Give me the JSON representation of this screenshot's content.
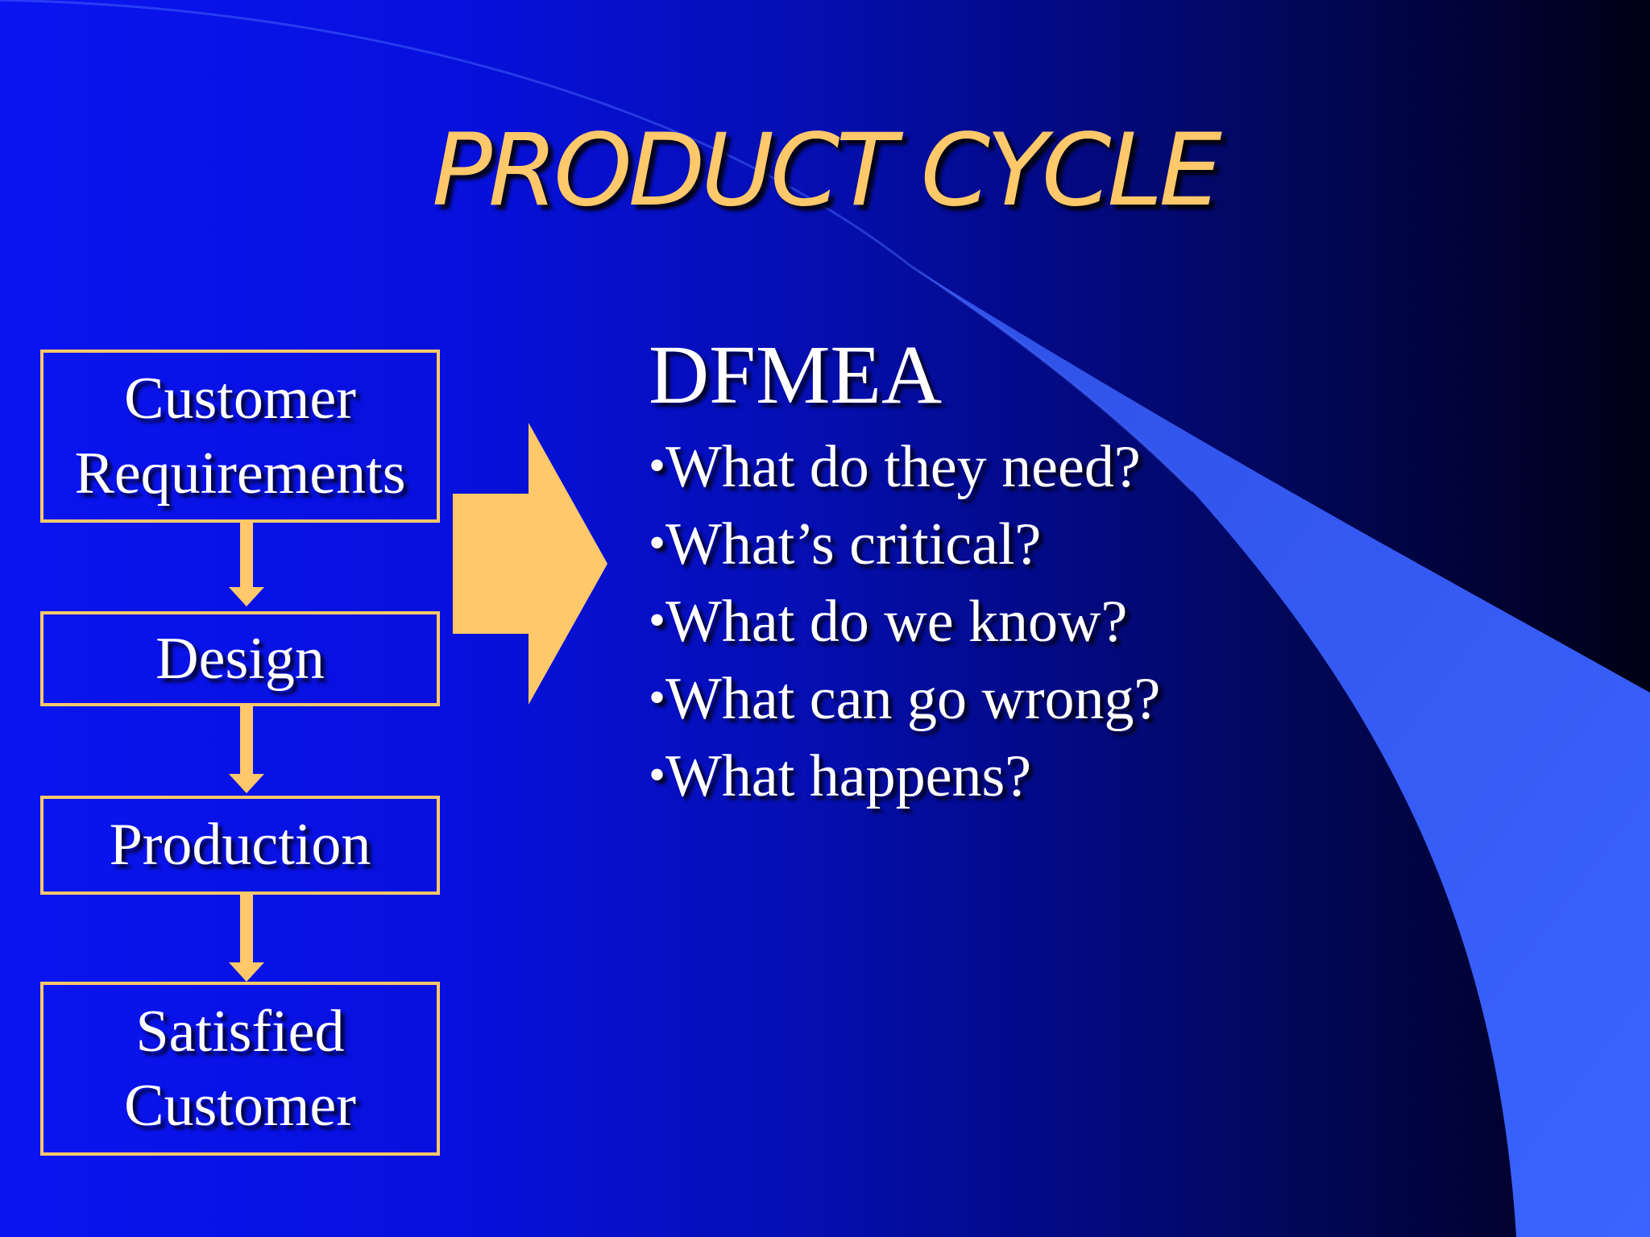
{
  "slide": {
    "title": "PRODUCT CYCLE",
    "flow": [
      {
        "lines": [
          "Customer",
          "Requirements"
        ]
      },
      {
        "lines": [
          "Design"
        ]
      },
      {
        "lines": [
          "Production"
        ]
      },
      {
        "lines": [
          "Satisfied",
          "Customer"
        ]
      }
    ],
    "dfmea": {
      "heading": "DFMEA",
      "bullet_symbol": "•",
      "bullets": [
        "What do they need?",
        "What’s critical?",
        "What do we know?",
        "What can go wrong?",
        "What happens?"
      ]
    }
  },
  "colors": {
    "accent": "#ffc86a",
    "text": "#ffffff",
    "swoosh": "#3a5cf5",
    "background": "#0a14f0"
  }
}
